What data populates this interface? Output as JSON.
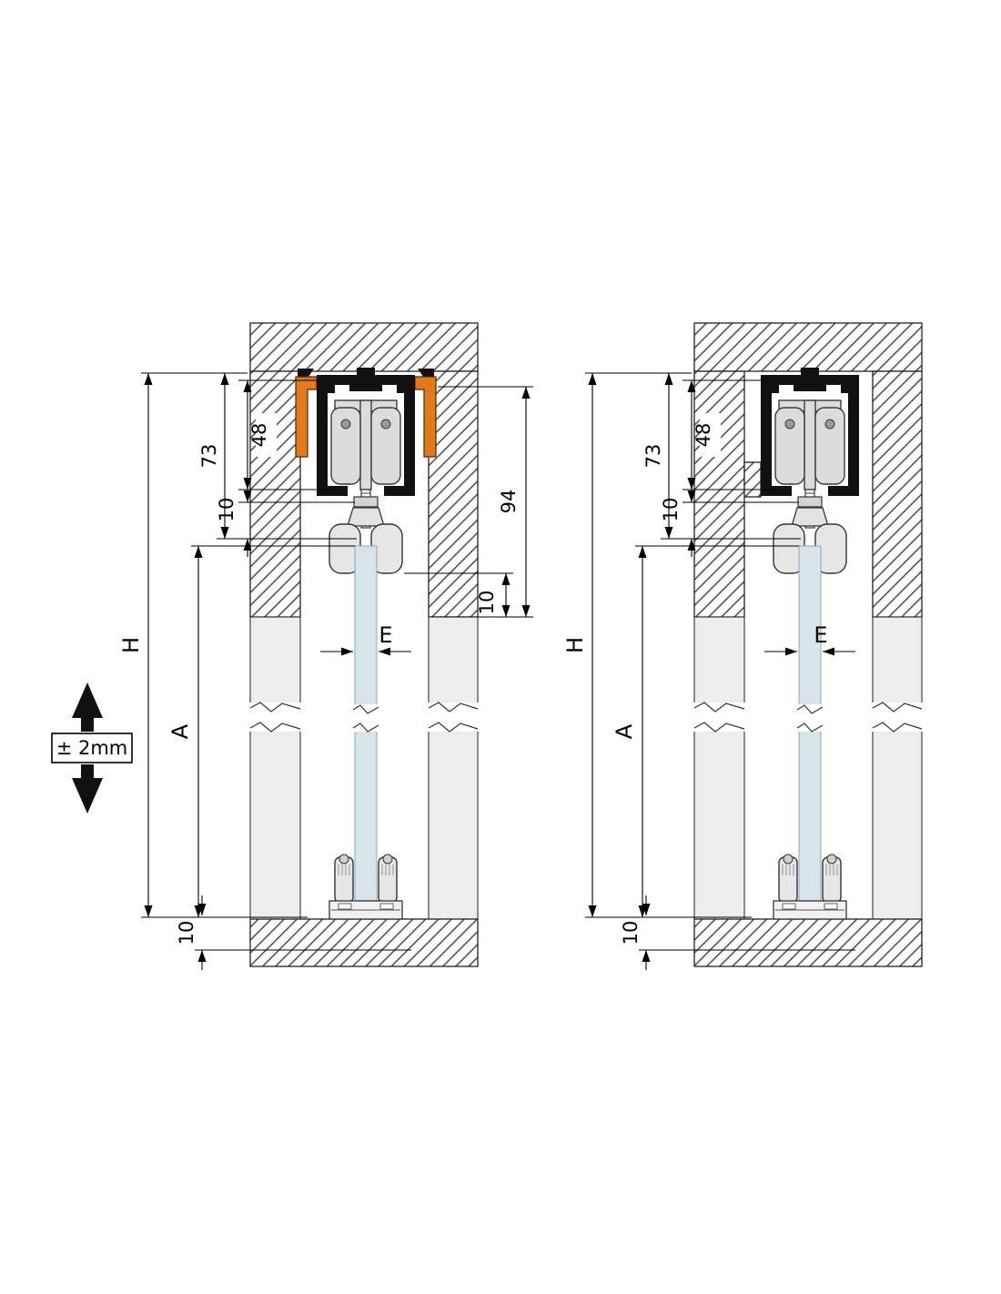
{
  "drawing": {
    "adjustment_label": "± 2mm",
    "left": {
      "dim_H": "H",
      "dim_A": "A",
      "dim_73": "73",
      "dim_48": "48",
      "dim_10_track": "10",
      "dim_94": "94",
      "dim_10_clamp": "10",
      "dim_E": "E",
      "dim_10_floor": "10"
    },
    "right": {
      "dim_H": "H",
      "dim_A": "A",
      "dim_73": "73",
      "dim_48": "48",
      "dim_10_track": "10",
      "dim_E": "E",
      "dim_10_floor": "10"
    },
    "colors": {
      "clip": "#E07A1C",
      "glass": "#D8E4E9",
      "wall_light": "#EDEDED"
    }
  }
}
